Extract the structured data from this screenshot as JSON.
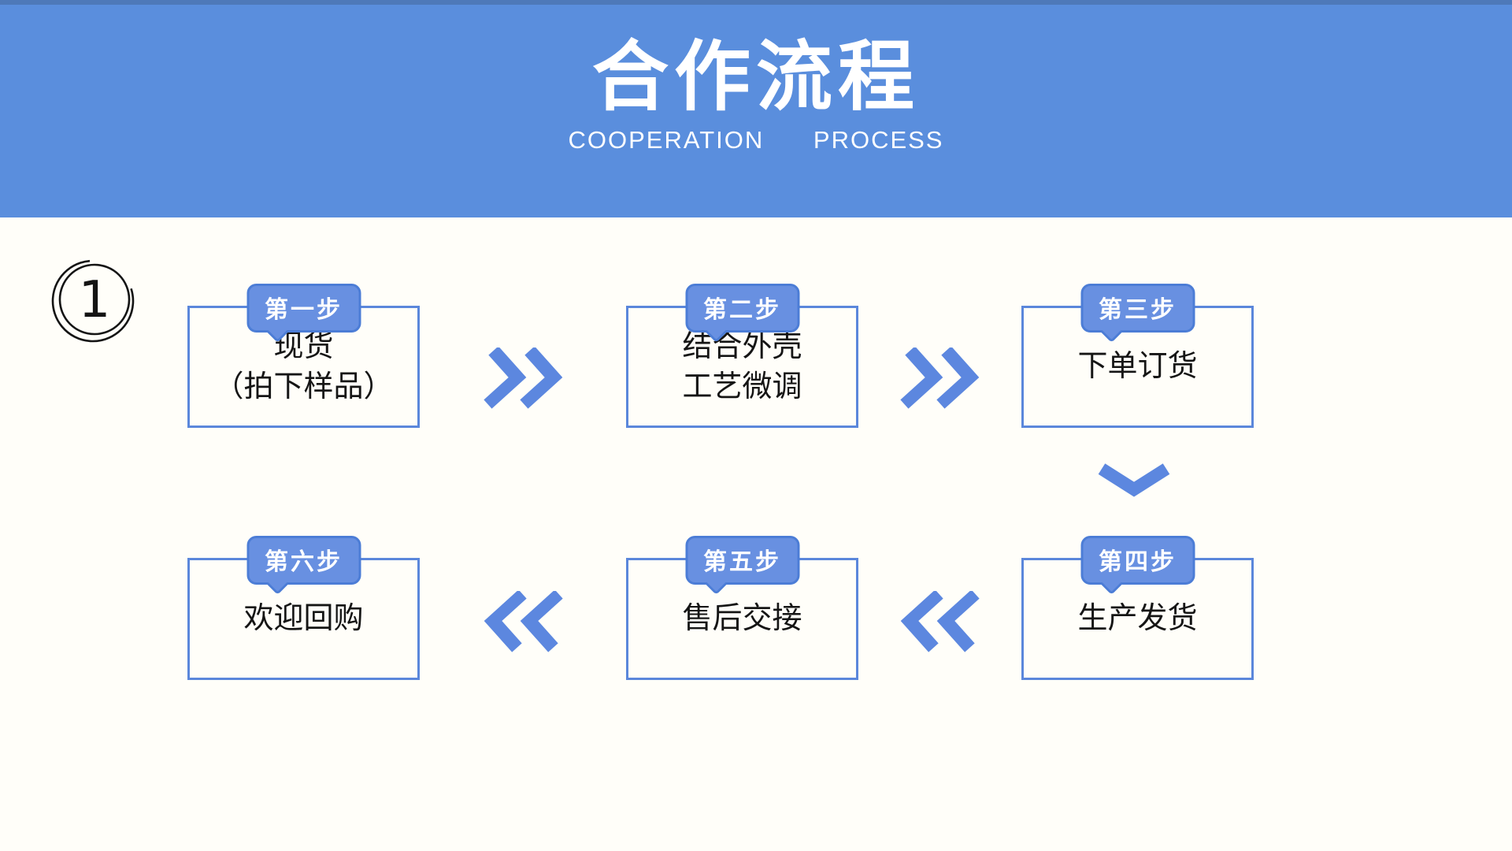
{
  "slide": {
    "section_number": "1",
    "background": "#FFFEF9"
  },
  "header": {
    "title": "合作流程",
    "subtitle": "COOPERATION PROCESS",
    "background": "#5A8EDD",
    "top_strip_color": "#4E79B9",
    "text_color": "#FFFFFF"
  },
  "steps": [
    {
      "badge": "第一步",
      "line1": "现货",
      "line2": "（拍下样品）"
    },
    {
      "badge": "第二步",
      "line1": "结合外壳",
      "line2": "工艺微调"
    },
    {
      "badge": "第三步",
      "line1": "下单订货",
      "line2": ""
    },
    {
      "badge": "第四步",
      "line1": "生产发货",
      "line2": ""
    },
    {
      "badge": "第五步",
      "line1": "售后交接",
      "line2": ""
    },
    {
      "badge": "第六步",
      "line1": "欢迎回购",
      "line2": ""
    }
  ],
  "icons": {
    "forward": "double-chevron-right-icon »",
    "backward": "double-chevron-left-icon «",
    "down": "chevron-down-icon ⌄"
  },
  "colors": {
    "box_border": "#5B87DB",
    "badge_fill": "#6890E1",
    "badge_border": "#4C7DD6",
    "chevron": "#5C87DF",
    "step_text": "#151515",
    "circle_stroke": "#141414"
  }
}
